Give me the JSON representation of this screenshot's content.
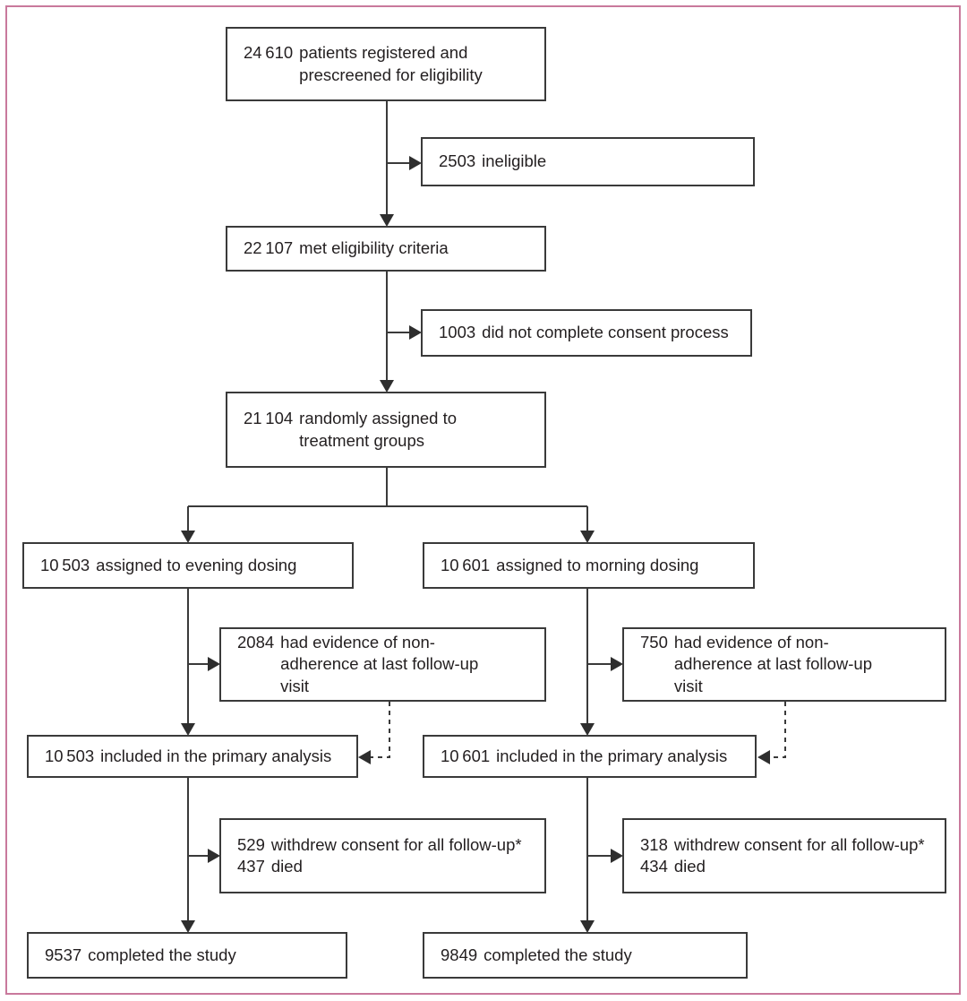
{
  "figure": {
    "type": "consort-flow-diagram",
    "border_color": "#c9799c",
    "line_color": "#3a3a3a",
    "text_color": "#231f20"
  },
  "boxes": {
    "registered": {
      "num": "24 610",
      "text": "patients registered and prescreened for eligibility"
    },
    "ineligible": {
      "num": "2503",
      "text": "ineligible"
    },
    "eligible": {
      "num": "22 107",
      "text": "met eligibility criteria"
    },
    "no_consent": {
      "num": "1003",
      "text": "did not complete consent process"
    },
    "randomized": {
      "num": "21 104",
      "text": "randomly assigned to treatment groups"
    },
    "evening": {
      "num": "10 503",
      "text": "assigned to evening dosing"
    },
    "morning": {
      "num": "10 601",
      "text": "assigned to morning dosing"
    },
    "nonadherence_evening": {
      "num": "2084",
      "text": "had evidence of non-adherence at last follow-up visit"
    },
    "nonadherence_morning": {
      "num": "750",
      "text": "had evidence of non-adherence at last follow-up visit"
    },
    "primary_evening": {
      "num": "10 503",
      "text": "included in the primary analysis"
    },
    "primary_morning": {
      "num": "10 601",
      "text": "included in the primary analysis"
    },
    "withdrew_evening": {
      "num1": "529",
      "text1": "withdrew consent for all follow-up*",
      "num2": "437",
      "text2": "died"
    },
    "withdrew_morning": {
      "num1": "318",
      "text1": "withdrew consent for all follow-up*",
      "num2": "434",
      "text2": "died"
    },
    "completed_evening": {
      "num": "9537",
      "text": "completed the study"
    },
    "completed_morning": {
      "num": "9849",
      "text": "completed the study"
    }
  }
}
